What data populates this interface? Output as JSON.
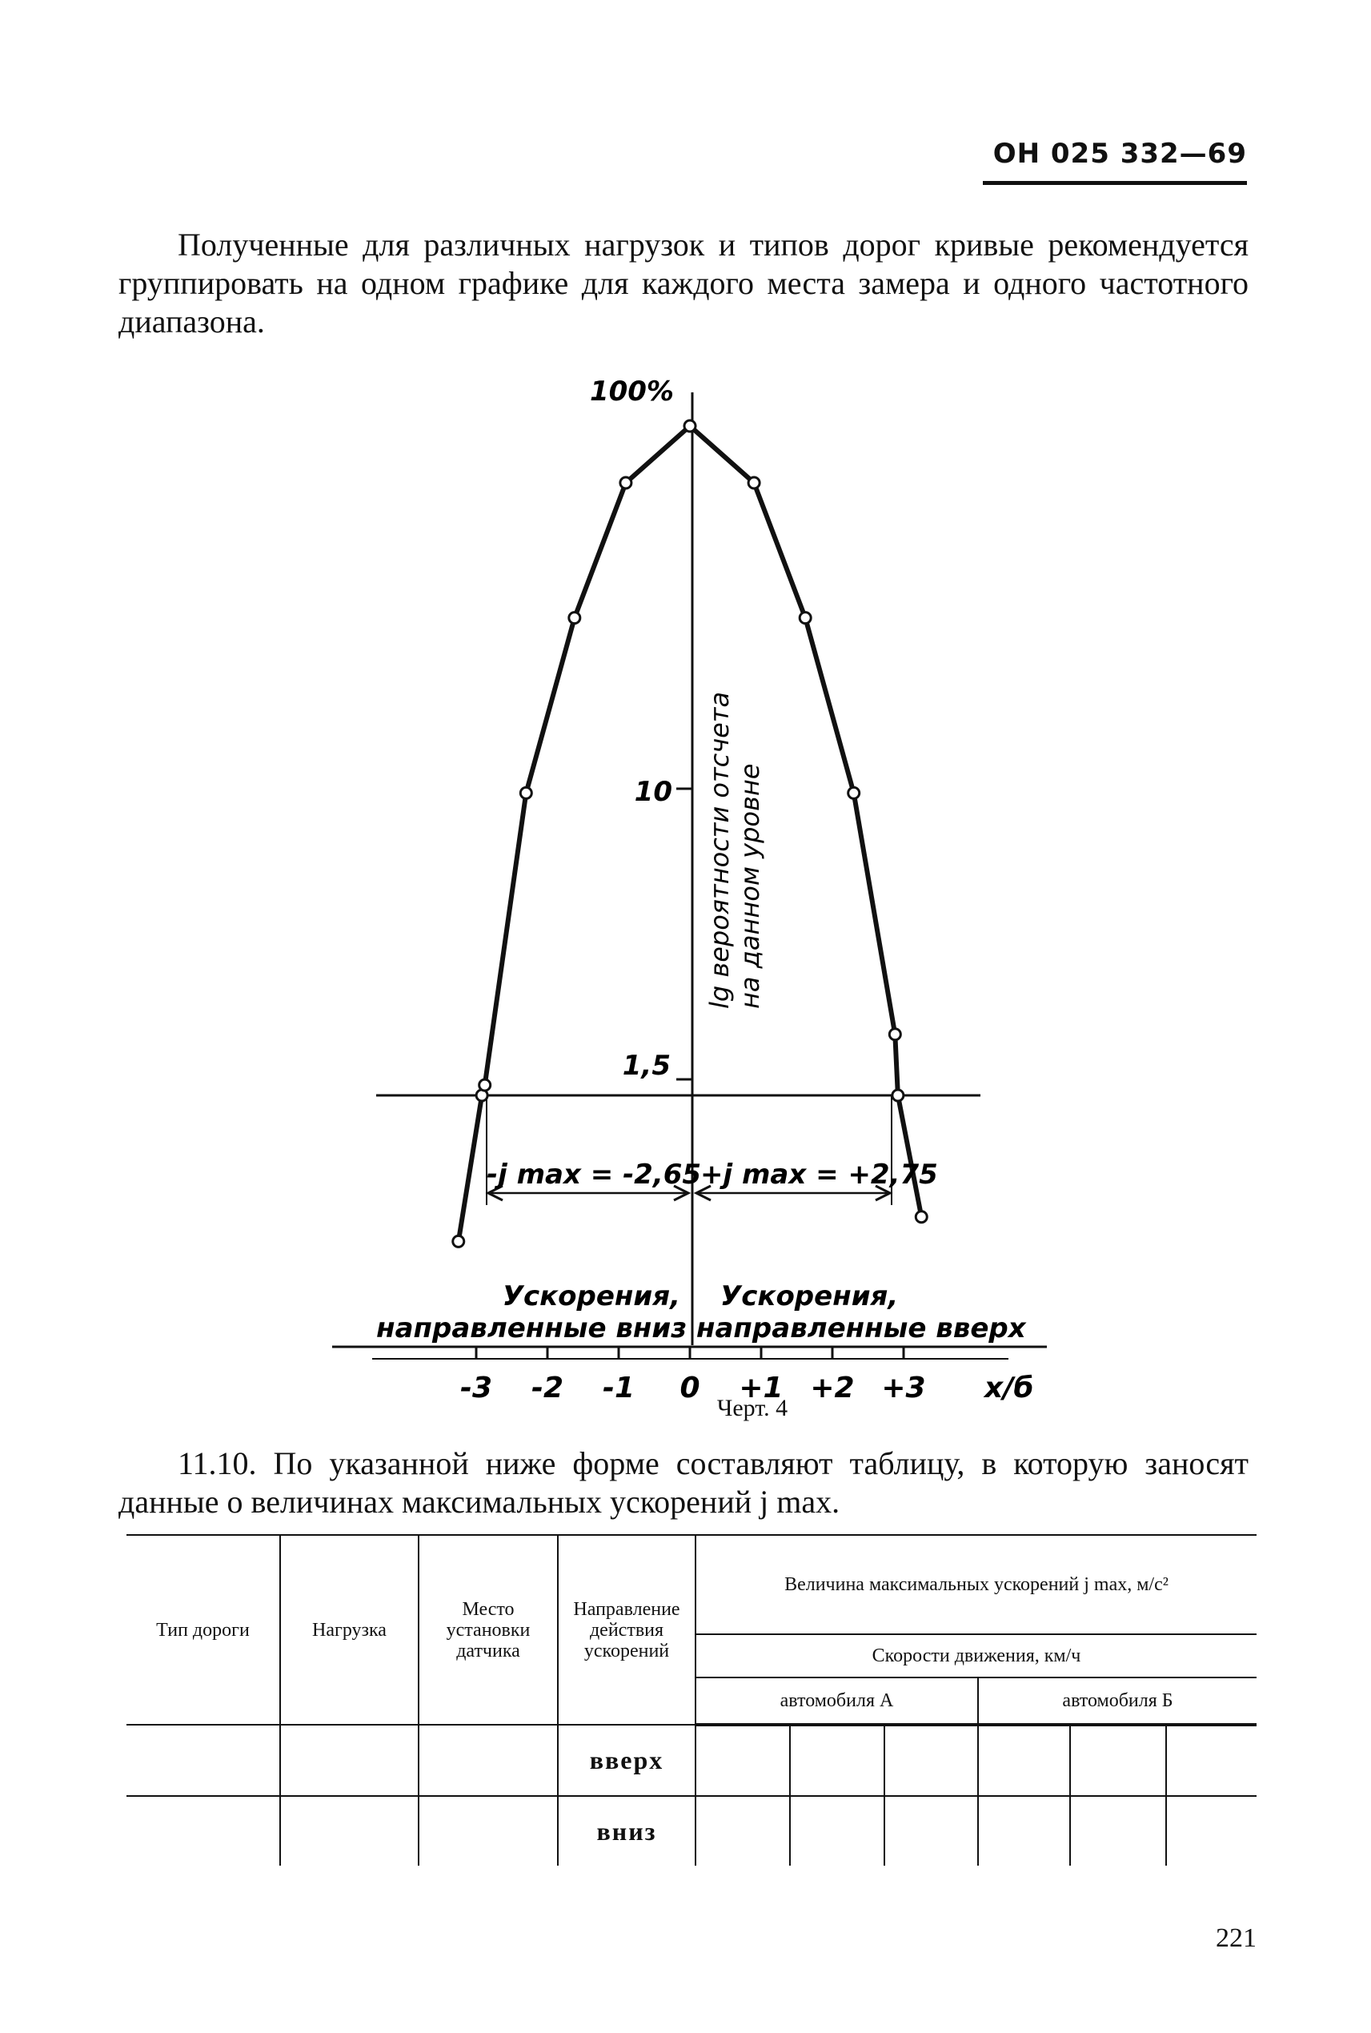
{
  "header": {
    "doc_code": "ОН 025 332—69"
  },
  "paragraphs": {
    "p1": "Полученные для различных нагрузок и типов дорог кривые рекомендуется группировать на одном графике для каждого места замера и одного частотного диапазона.",
    "p2": "11.10. По указанной ниже форме составляют таблицу, в которую заносят данные о величинах максимальных ускорений j max."
  },
  "caption": "Черт. 4",
  "chart_data": {
    "type": "line",
    "y_scale": "log",
    "x_unit_label": "x/б",
    "y_axis_label_line1": "lg вероятности отсчета",
    "y_axis_label_line2": "на данном уровне",
    "x_ticks": [
      "-3",
      "-2",
      "-1",
      "0",
      "+1",
      "+2",
      "+3"
    ],
    "y_ticks": [
      "100%",
      "10",
      "1,5"
    ],
    "threshold_level": 1.5,
    "annotations": {
      "neg_jmax": "-j max = -2,65",
      "pos_jmax": "+j max = +2,75",
      "left_region": [
        "Ускорения,",
        "направленные вниз"
      ],
      "right_region": [
        "Ускорения,",
        "направленные вверх"
      ]
    },
    "series": [
      {
        "x": [
          -3.25,
          -2.92,
          -2.88,
          -2.3,
          -1.62,
          -0.9,
          0,
          0.9,
          1.62,
          2.3,
          2.88,
          2.92,
          3.25
        ],
        "y": [
          0.6,
          1.5,
          1.6,
          10,
          30,
          70,
          100,
          70,
          30,
          10,
          2.2,
          1.5,
          0.7
        ]
      }
    ]
  },
  "table": {
    "col_tip_dorogi": "Тип дороги",
    "col_nagruzka": "Нагрузка",
    "col_mesto": "Место установки датчика",
    "col_napravlenie": "Направление действия ускорений",
    "col_velichina": "Величина максимальных ускорений j max, м/с²",
    "col_skorosti": "Скорости движения, км/ч",
    "col_avto_a": "автомобиля А",
    "col_avto_b": "автомобиля Б",
    "row_up": "вверх",
    "row_down": "вниз"
  },
  "page_number": "221"
}
